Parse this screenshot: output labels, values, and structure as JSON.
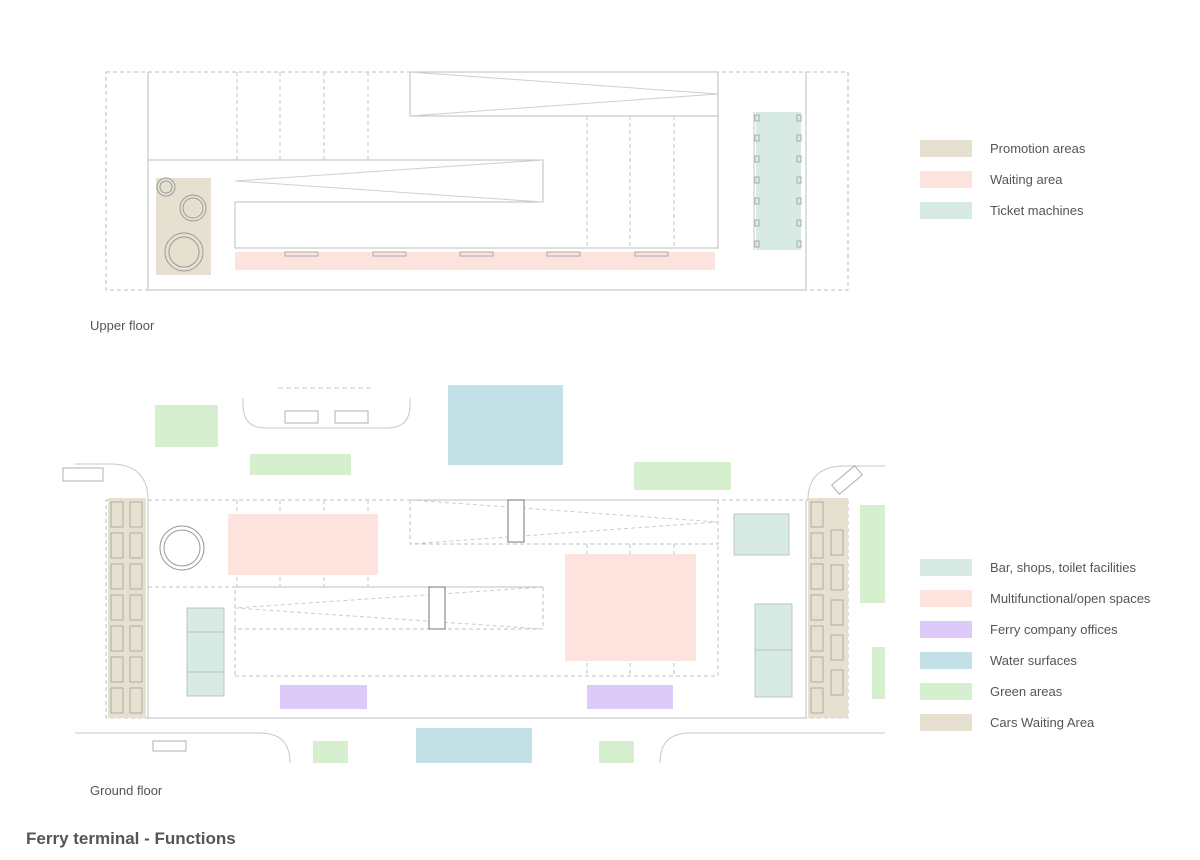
{
  "title": "Ferry terminal - Functions",
  "floors": {
    "upper_label": "Upper floor",
    "ground_label": "Ground floor"
  },
  "colors": {
    "promotion": "#e6e0d1",
    "waiting": "#fde3de",
    "ticket": "#d7ebe4",
    "bar": "#d7ebe4",
    "multi": "#fde3de",
    "offices": "#decaf8",
    "water": "#c3e0e7",
    "green": "#d6efcf",
    "cars": "#e6e0d1",
    "line": "#b5b5b5"
  },
  "legend_upper": [
    {
      "label": "Promotion areas",
      "color": "#e6e0d1"
    },
    {
      "label": "Waiting area",
      "color": "#fde3de"
    },
    {
      "label": "Ticket machines",
      "color": "#d7ebe4"
    }
  ],
  "legend_ground": [
    {
      "label": "Bar, shops, toilet facilities",
      "color": "#d7ebe4"
    },
    {
      "label": "Multifunctional/open spaces",
      "color": "#fde3de"
    },
    {
      "label": "Ferry company offices",
      "color": "#decaf8"
    },
    {
      "label": "Water surfaces",
      "color": "#c3e0e7"
    },
    {
      "label": "Green areas",
      "color": "#d6efcf"
    },
    {
      "label": "Cars Waiting Area",
      "color": "#e6e0d1"
    }
  ]
}
